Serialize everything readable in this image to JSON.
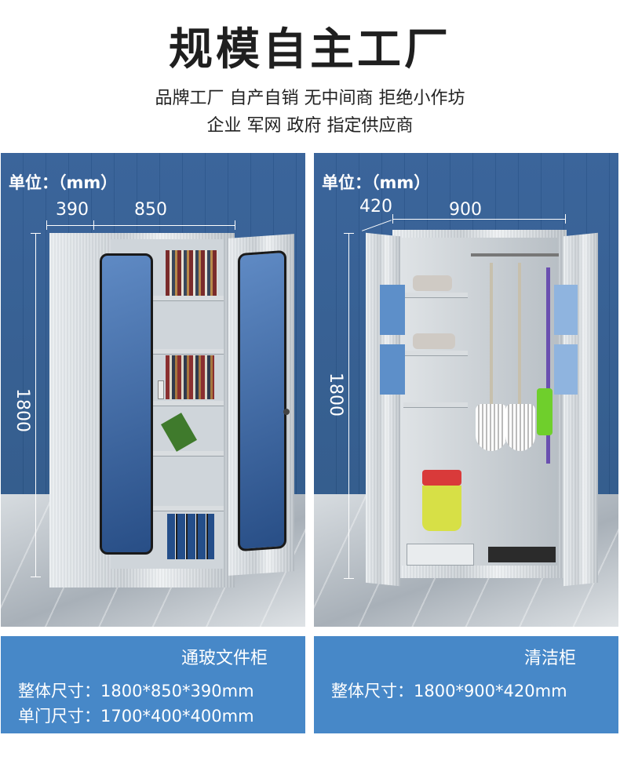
{
  "header": {
    "title": "规模自主工厂",
    "line1": "品牌工厂 自产自销 无中间商 拒绝小作坊",
    "line2": "企业 军网 政府 指定供应商"
  },
  "left_panel": {
    "unit_label": "单位：（mm）",
    "depth": "390",
    "width": "850",
    "height": "1800",
    "product_name": "通玻文件柜",
    "overall_size": "整体尺寸：1800*850*390mm",
    "door_size": "单门尺寸：1700*400*400mm"
  },
  "right_panel": {
    "unit_label": "单位：（mm）",
    "depth": "420",
    "width": "900",
    "height": "1800",
    "product_name": "清洁柜",
    "overall_size": "整体尺寸：1800*900*420mm"
  },
  "colors": {
    "wall": "#2d5789",
    "info_bar": "#4788c8",
    "cabinet": "#d3d8dc"
  }
}
